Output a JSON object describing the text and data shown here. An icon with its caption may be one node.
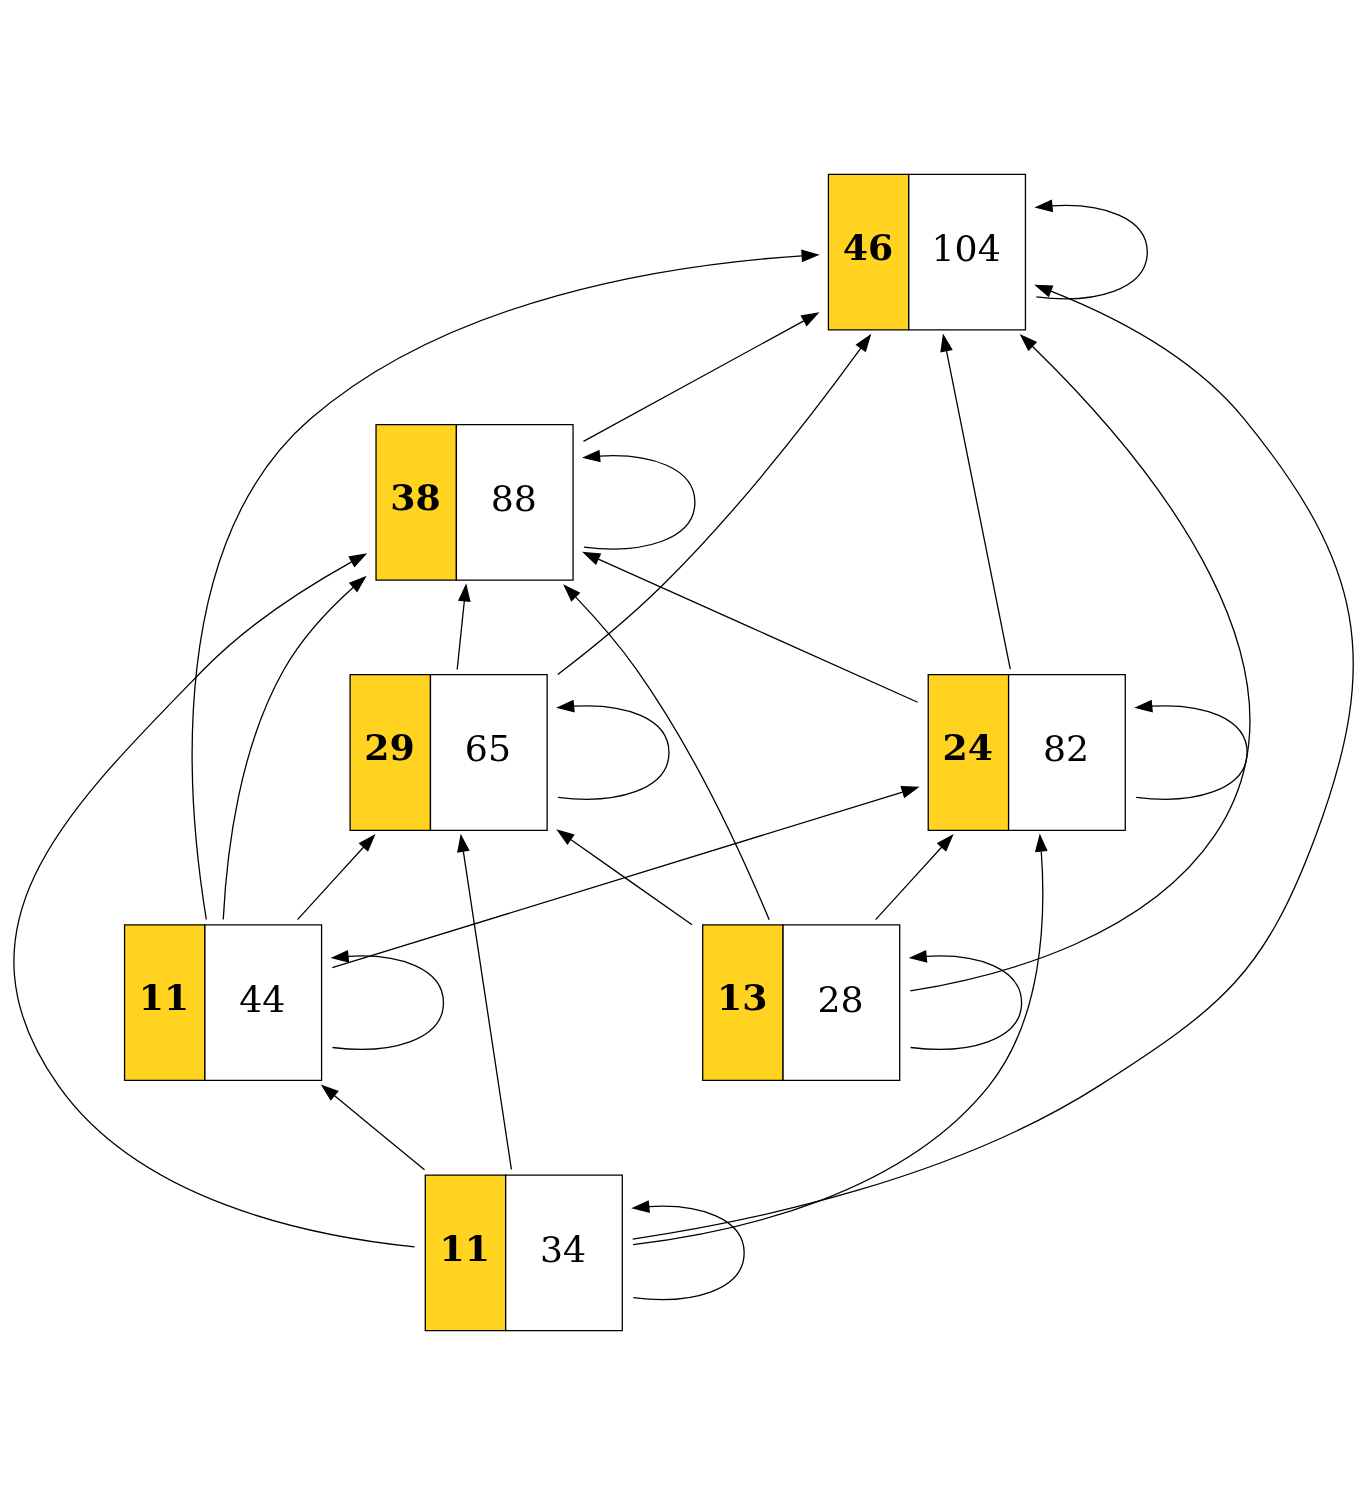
{
  "diagram": {
    "nodes": [
      {
        "text": [
          "46",
          "104"
        ]
      },
      {
        "text": [
          "38",
          "88"
        ]
      },
      {
        "text": [
          "29",
          "65"
        ]
      },
      {
        "text": [
          "24",
          "82"
        ]
      },
      {
        "text": [
          "11",
          "44"
        ]
      },
      {
        "text": [
          "13",
          "28"
        ]
      },
      {
        "text": [
          "11",
          "34"
        ]
      }
    ],
    "edges": [
      {
        "from": 0,
        "to": 0,
        "arrow": "to"
      },
      {
        "from": 1,
        "to": 0,
        "arrow": "to"
      },
      {
        "from": 1,
        "to": 1,
        "arrow": "to"
      },
      {
        "from": 2,
        "to": 0,
        "arrow": "to"
      },
      {
        "from": 2,
        "to": 1,
        "arrow": "to"
      },
      {
        "from": 2,
        "to": 2,
        "arrow": "to"
      },
      {
        "from": 3,
        "to": 0,
        "arrow": "to"
      },
      {
        "from": 3,
        "to": 1,
        "arrow": "to"
      },
      {
        "from": 3,
        "to": 3,
        "arrow": "to"
      },
      {
        "from": 4,
        "to": 3,
        "arrow": "to"
      },
      {
        "from": 4,
        "to": 2,
        "arrow": "to"
      },
      {
        "from": 4,
        "to": 1,
        "arrow": "to"
      },
      {
        "from": 4,
        "to": 0,
        "arrow": "to"
      },
      {
        "from": 4,
        "to": 4,
        "arrow": "to"
      },
      {
        "from": 5,
        "to": 2,
        "arrow": "to"
      },
      {
        "from": 5,
        "to": 1,
        "arrow": "to"
      },
      {
        "from": 5,
        "to": 3,
        "arrow": "to"
      },
      {
        "from": 5,
        "to": 0,
        "arrow": "to"
      },
      {
        "from": 5,
        "to": 5,
        "arrow": "to"
      },
      {
        "from": 6,
        "to": 4,
        "arrow": "to"
      },
      {
        "from": 6,
        "to": 2,
        "arrow": "to"
      },
      {
        "from": 6,
        "to": 1,
        "arrow": "to"
      },
      {
        "from": 6,
        "to": 0,
        "arrow": "to"
      },
      {
        "from": 6,
        "to": 3,
        "arrow": "to"
      },
      {
        "from": 6,
        "to": 6,
        "arrow": "to"
      }
    ]
  }
}
